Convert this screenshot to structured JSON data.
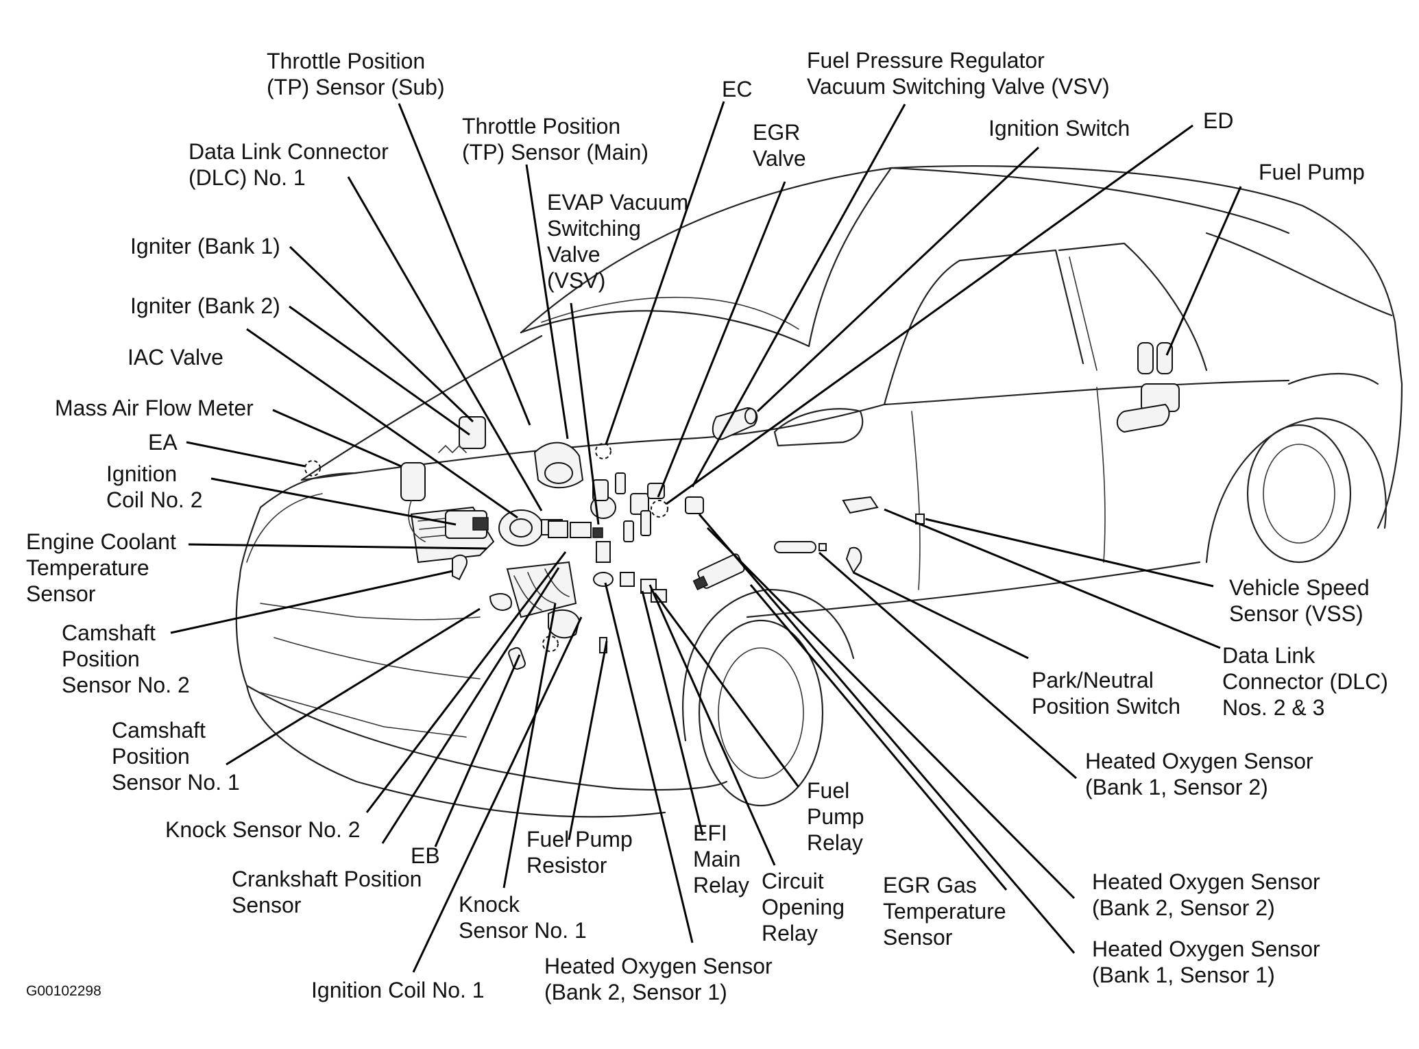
{
  "image_code": "G00102298",
  "labels": {
    "tp_sub": [
      "Throttle Position",
      "(TP) Sensor (Sub)"
    ],
    "ec": [
      "EC"
    ],
    "fpr_vsv": [
      "Fuel Pressure Regulator",
      "Vacuum Switching Valve (VSV)"
    ],
    "egr_valve": [
      "EGR",
      "Valve"
    ],
    "ignition_switch": [
      "Ignition Switch"
    ],
    "ed": [
      "ED"
    ],
    "tp_main": [
      "Throttle Position",
      "(TP) Sensor (Main)"
    ],
    "dlc1": [
      "Data Link Connector",
      "(DLC) No. 1"
    ],
    "fuel_pump": [
      "Fuel Pump"
    ],
    "evap_vsv": [
      "EVAP Vacuum",
      "Switching",
      "Valve",
      "(VSV)"
    ],
    "igniter_b1": [
      "Igniter (Bank 1)"
    ],
    "igniter_b2": [
      "Igniter (Bank 2)"
    ],
    "iac_valve": [
      "IAC Valve"
    ],
    "maf": [
      "Mass Air Flow Meter"
    ],
    "ea": [
      "EA"
    ],
    "ign_coil2": [
      "Ignition",
      "Coil No. 2"
    ],
    "ect": [
      "Engine Coolant",
      "Temperature",
      "Sensor"
    ],
    "cmp2": [
      "Camshaft",
      "Position",
      "Sensor No. 2"
    ],
    "vss": [
      "Vehicle Speed",
      "Sensor (VSS)"
    ],
    "pnp": [
      "Park/Neutral",
      "Position Switch"
    ],
    "dlc23": [
      "Data Link",
      "Connector (DLC)",
      "Nos. 2 & 3"
    ],
    "cmp1": [
      "Camshaft",
      "Position",
      "Sensor No. 1"
    ],
    "ho2_b1s2": [
      "Heated Oxygen Sensor",
      "(Bank 1, Sensor 2)"
    ],
    "fp_relay": [
      "Fuel",
      "Pump",
      "Relay"
    ],
    "knock2": [
      "Knock Sensor No. 2"
    ],
    "eb": [
      "EB"
    ],
    "efi_relay": [
      "EFI",
      "Main",
      "Relay"
    ],
    "fp_resistor": [
      "Fuel Pump",
      "Resistor"
    ],
    "ckp": [
      "Crankshaft Position",
      "Sensor"
    ],
    "cor": [
      "Circuit",
      "Opening",
      "Relay"
    ],
    "egr_temp": [
      "EGR Gas",
      "Temperature",
      "Sensor"
    ],
    "ho2_b2s2": [
      "Heated Oxygen Sensor",
      "(Bank 2, Sensor 2)"
    ],
    "knock1": [
      "Knock",
      "Sensor No. 1"
    ],
    "ho2_b1s1": [
      "Heated Oxygen Sensor",
      "(Bank 1, Sensor 1)"
    ],
    "ho2_b2s1": [
      "Heated Oxygen Sensor",
      "(Bank 2, Sensor 1)"
    ],
    "ign_coil1": [
      "Ignition Coil No. 1"
    ]
  }
}
